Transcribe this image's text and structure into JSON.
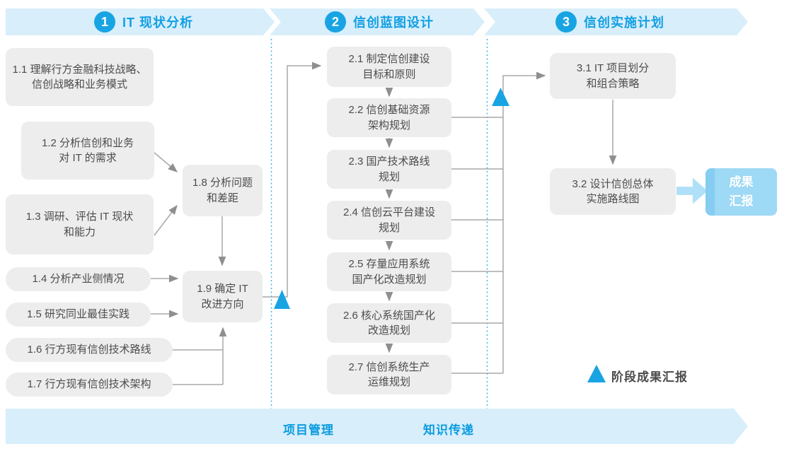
{
  "colors": {
    "accent": "#18a4e3",
    "band_blue": "#d8eefb",
    "box_gray": "#ededed",
    "line_gray": "#a8a8a8",
    "result_blue": "#9ed9f5",
    "lane_text": "#0b9ce0",
    "box_text": "#4c4c4c"
  },
  "icons": {
    "milestone": "triangle-up-icon",
    "phase_flow": "chevron-arrow-band"
  },
  "phases": [
    {
      "number": "1",
      "title": "IT 现状分析"
    },
    {
      "number": "2",
      "title": "信创蓝图设计"
    },
    {
      "number": "3",
      "title": "信创实施计划"
    }
  ],
  "steps": {
    "s11": {
      "line1": "1.1 理解行方金融科技战略、",
      "line2": "信创战略和业务模式"
    },
    "s12": {
      "line1": "1.2 分析信创和业务",
      "line2": "对 IT 的需求"
    },
    "s13": {
      "line1": "1.3 调研、评估 IT 现状",
      "line2": "和能力"
    },
    "s14": {
      "line1": "1.4 分析产业侧情况"
    },
    "s15": {
      "line1": "1.5 研究同业最佳实践"
    },
    "s16": {
      "line1": "1.6 行方现有信创技术路线"
    },
    "s17": {
      "line1": "1.7 行方现有信创技术架构"
    },
    "s18": {
      "line1": "1.8 分析问题",
      "line2": "和差距"
    },
    "s19": {
      "line1": "1.9 确定 IT",
      "line2": "改进方向"
    },
    "s21": {
      "line1": "2.1 制定信创建设",
      "line2": "目标和原则"
    },
    "s22": {
      "line1": "2.2 信创基础资源",
      "line2": "架构规划"
    },
    "s23": {
      "line1": "2.3 国产技术路线",
      "line2": "规划"
    },
    "s24": {
      "line1": "2.4 信创云平台建设",
      "line2": "规划"
    },
    "s25": {
      "line1": "2.5 存量应用系统",
      "line2": "国产化改造规划"
    },
    "s26": {
      "line1": "2.6 核心系统国产化",
      "line2": "改造规划"
    },
    "s27": {
      "line1": "2.7 信创系统生产",
      "line2": "运维规划"
    },
    "s31": {
      "line1": "3.1 IT 项目划分",
      "line2": "和组合策略"
    },
    "s32": {
      "line1": "3.2 设计信创总体",
      "line2": "实施路线图"
    }
  },
  "result": {
    "line1": "成果",
    "line2": "汇报"
  },
  "legend": {
    "label": "阶段成果汇报"
  },
  "bottom": {
    "lane1": "项目管理",
    "lane2": "知识传递"
  }
}
